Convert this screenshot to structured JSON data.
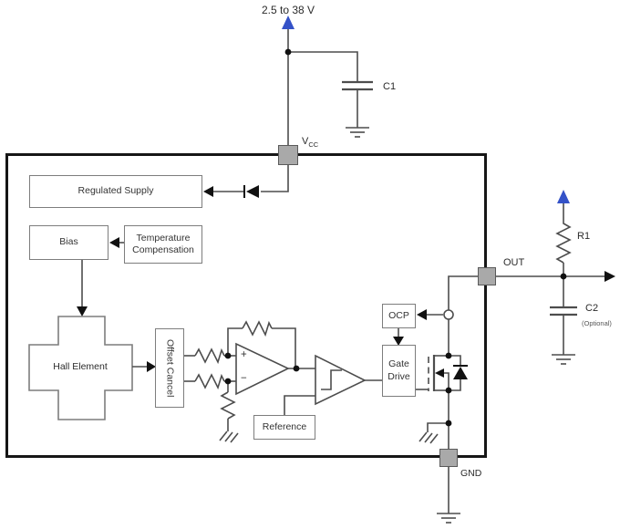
{
  "labels": {
    "supply_voltage": "2.5 to 38 V",
    "c1": "C1",
    "vcc_main": "V",
    "vcc_sub": "CC",
    "out_pin": "OUT",
    "gnd_pin": "GND",
    "r1": "R1",
    "c2": "C2",
    "c2_note": "(Optional)"
  },
  "blocks": {
    "regulated_supply": "Regulated Supply",
    "bias": "Bias",
    "temperature_compensation": "Temperature Compensation",
    "hall_element": "Hall Element",
    "offset_cancel": "Offset Cancel",
    "reference": "Reference",
    "ocp": "OCP",
    "gate_drive": "Gate Drive"
  },
  "opamp": {
    "noninverting": "+",
    "inverting": "−"
  },
  "colors": {
    "accent_blue": "#3452c8",
    "wire": "#4d4d4d",
    "symbol_black": "#111111",
    "pin_fill": "#a9a9a9",
    "block_border": "#7d7d7d",
    "ic_border": "#161616"
  }
}
